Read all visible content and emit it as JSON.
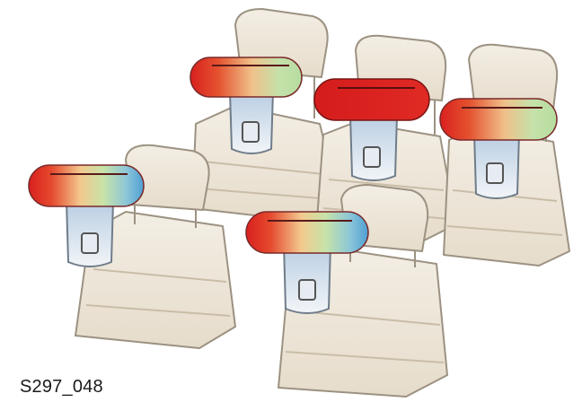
{
  "caption": {
    "figure_id": "S297_048"
  },
  "seats": [
    {
      "id": "front-left",
      "indicator": "red-to-green"
    },
    {
      "id": "front-center",
      "indicator": "solid-red"
    },
    {
      "id": "front-right",
      "indicator": "red-to-green"
    },
    {
      "id": "rear-left",
      "indicator": "red-to-blue"
    },
    {
      "id": "rear-right",
      "indicator": "red-to-blue"
    }
  ],
  "colors": {
    "seat_fill": "#efe8db",
    "seat_shade": "#ddd2bf",
    "seat_outline": "#9c9282",
    "latch_fill": "#c8d6e6",
    "gradient_red": "#d9201e",
    "gradient_orange": "#f0a36a",
    "gradient_green": "#bfe0a6",
    "gradient_blue": "#4f9fd3"
  }
}
